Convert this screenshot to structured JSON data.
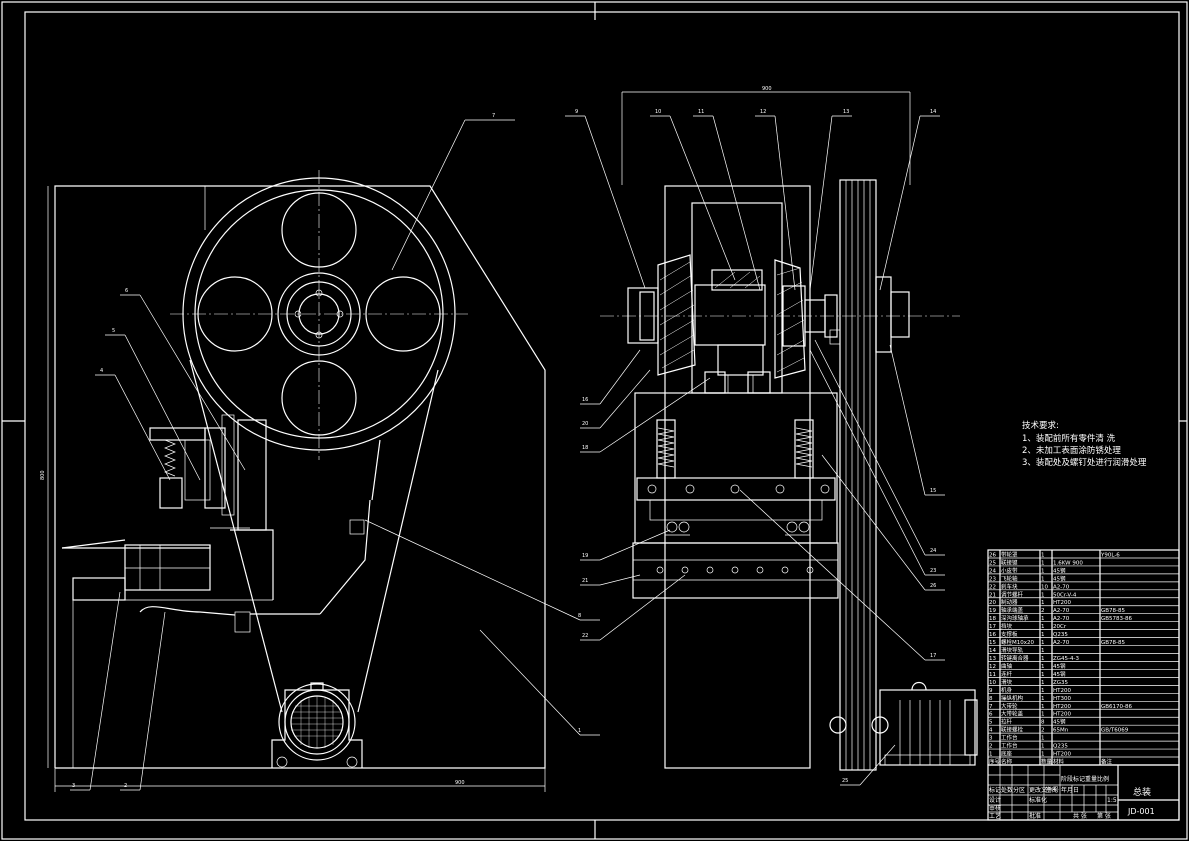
{
  "drawing": {
    "title": "总装",
    "number": "JD-001"
  },
  "tech_requirements": {
    "heading": "技术要求:",
    "items": [
      "1、装配前所有零件清 洗",
      "2、未加工表面涂防锈处理",
      "3、装配处及螺钉处进行润滑处理"
    ]
  },
  "part_labels": {
    "left_top": "7",
    "left_a": "6",
    "left_b": "5",
    "left_c": "4",
    "left_right_mid": "8",
    "left_right_low": "1",
    "left_bottom_1": "3",
    "left_bottom_2": "2",
    "right_top": [
      "9",
      "10",
      "11",
      "12",
      "13",
      "14"
    ],
    "right_left": [
      "16",
      "20",
      "18",
      "19",
      "21",
      "22"
    ],
    "right_right": [
      "15",
      "24",
      "23",
      "26",
      "17",
      "25"
    ]
  },
  "bom": {
    "rows": [
      [
        "26",
        "带轮罩",
        "1",
        "",
        "Y90L-6"
      ],
      [
        "25",
        "联接键",
        "1",
        "1.6KW 900",
        ""
      ],
      [
        "24",
        "小皮带",
        "1",
        "45钢",
        ""
      ],
      [
        "23",
        "飞轮轴",
        "1",
        "45钢",
        ""
      ],
      [
        "22",
        "刹车块",
        "10",
        "A2-70",
        ""
      ],
      [
        "21",
        "调节螺杆",
        "1",
        "50Cr-V-4",
        ""
      ],
      [
        "20",
        "制动器",
        "1",
        "HT200",
        ""
      ],
      [
        "19",
        "轴承端盖",
        "2",
        "A2-70",
        "GB78-85"
      ],
      [
        "18",
        "深沟球轴承",
        "1",
        "A2-70",
        "GB5783-86"
      ],
      [
        "17",
        "挡块",
        "1",
        "20Cr",
        ""
      ],
      [
        "16",
        "支撑板",
        "1",
        "Q235",
        ""
      ],
      [
        "15",
        "螺栓M10x20",
        "1",
        "A2-70",
        "GB78-85"
      ],
      [
        "14",
        "滑块导轨",
        "1",
        "",
        ""
      ],
      [
        "13",
        "转键离合器",
        "1",
        "ZG45-4-3",
        ""
      ],
      [
        "12",
        "曲轴",
        "1",
        "45钢",
        ""
      ],
      [
        "11",
        "连杆",
        "1",
        "45钢",
        ""
      ],
      [
        "10",
        "滑块",
        "1",
        "ZG35",
        ""
      ],
      [
        "9",
        "机身",
        "1",
        "HT200",
        ""
      ],
      [
        "8",
        "操纵机构",
        "1",
        "HT300",
        ""
      ],
      [
        "7",
        "大带轮",
        "1",
        "HT200",
        "GB6170-86"
      ],
      [
        "6",
        "大带轮盖",
        "1",
        "HT200",
        ""
      ],
      [
        "5",
        "拉杆",
        "8",
        "45钢",
        ""
      ],
      [
        "4",
        "联接螺栓",
        "2",
        "65Mn",
        "GB/T6069"
      ],
      [
        "3",
        "工作台",
        "1",
        "",
        ""
      ],
      [
        "2",
        "工作台",
        "1",
        "Q235",
        ""
      ],
      [
        "1",
        "底座",
        "1",
        "HT200",
        ""
      ]
    ],
    "header": [
      "序号",
      "名称",
      "数量",
      "材料",
      "备注"
    ]
  },
  "title_block": {
    "rows": [
      [
        "标记",
        "处数",
        "分区",
        "更改文件号",
        "签名",
        "年月日"
      ],
      [
        "设计",
        "",
        "标准化",
        "",
        "阶段标记",
        "重量",
        "比例"
      ],
      [
        "审核",
        "",
        "",
        "",
        "",
        "",
        "1:5"
      ],
      [
        "工艺",
        "",
        "批准",
        "",
        "共 张",
        "第 张"
      ]
    ]
  }
}
